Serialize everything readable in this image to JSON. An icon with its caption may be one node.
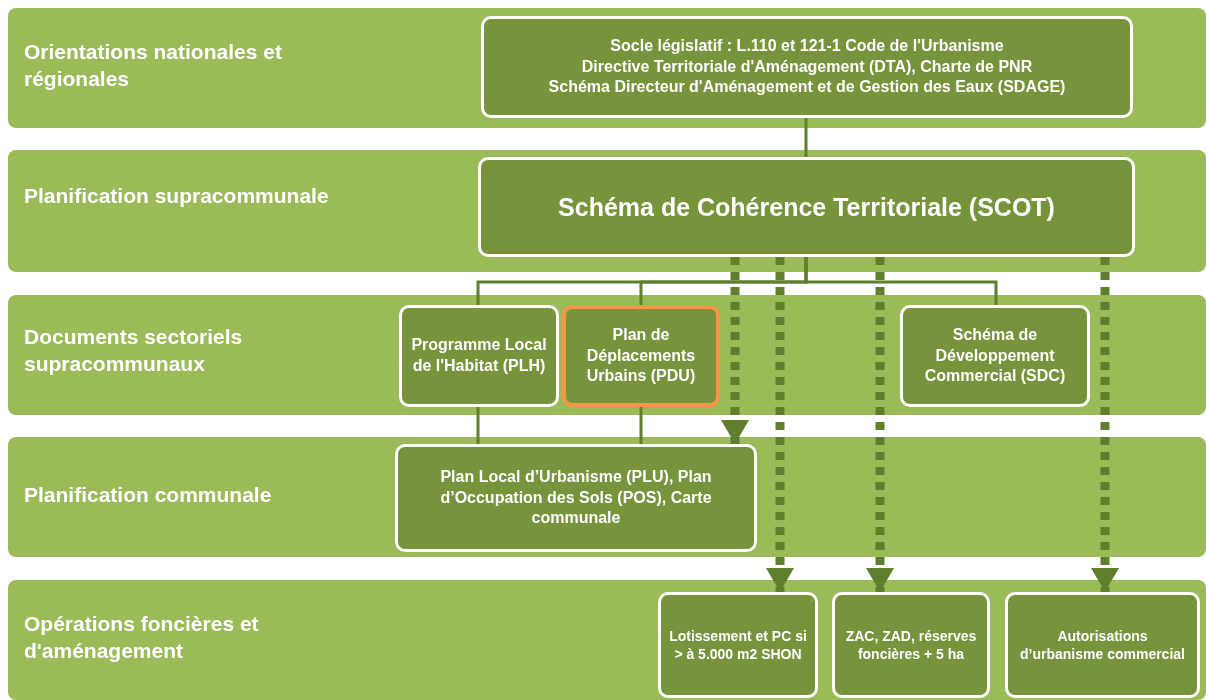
{
  "diagram": {
    "nodes": [
      {
        "text": [
          "Orientations nationales et régionales"
        ]
      },
      {
        "text": [
          "Socle législatif : L.110 et 121-1 Code de l'Urbanisme",
          "Directive Territoriale d'Aménagement (DTA), Charte de PNR",
          "Schéma Directeur d'Aménagement et de Gestion des Eaux (SDAGE)"
        ],
        "in": 0
      },
      {
        "text": [
          "Planification supracommunale"
        ]
      },
      {
        "text": [
          "Schéma de Cohérence Territoriale (SCOT)"
        ],
        "in": 2
      },
      {
        "text": [
          "Documents sectoriels supracommunaux"
        ]
      },
      {
        "text": [
          "Programme Local de l'Habitat (PLH)"
        ],
        "in": 4
      },
      {
        "text": [
          "Plan de Déplacements Urbains (PDU)"
        ],
        "in": 4
      },
      {
        "text": [
          "Schéma de Développement Commercial (SDC)"
        ],
        "in": 4
      },
      {
        "text": [
          "Planification communale"
        ]
      },
      {
        "text": [
          "Plan Local d’Urbanisme (PLU), Plan d’Occupation des Sols (POS), Carte communale"
        ],
        "in": 8
      },
      {
        "text": [
          "Opérations foncières et d'aménagement"
        ]
      },
      {
        "text": [
          "Lotissement et PC si > à 5.000 m2 SHON"
        ],
        "in": 10
      },
      {
        "text": [
          "ZAC, ZAD, réserves foncières + 5 ha"
        ],
        "in": 10
      },
      {
        "text": [
          "Autorisations d’urbanisme commercial"
        ],
        "in": 10
      }
    ],
    "edges": [
      {
        "from": 1,
        "to": 3,
        "arrow": "none"
      },
      {
        "from": 3,
        "to": 5,
        "arrow": "none"
      },
      {
        "from": 3,
        "to": 6,
        "arrow": "none"
      },
      {
        "from": 3,
        "to": 7,
        "arrow": "none"
      },
      {
        "from": 5,
        "to": 9,
        "arrow": "none"
      },
      {
        "from": 6,
        "to": 9,
        "arrow": "none"
      },
      {
        "from": 3,
        "to": 9,
        "arrow": "to",
        "style": "dashed"
      },
      {
        "from": 3,
        "to": 11,
        "arrow": "to",
        "style": "dashed"
      },
      {
        "from": 3,
        "to": 12,
        "arrow": "to",
        "style": "dashed"
      },
      {
        "from": 3,
        "to": 13,
        "arrow": "to",
        "style": "dashed"
      }
    ]
  }
}
